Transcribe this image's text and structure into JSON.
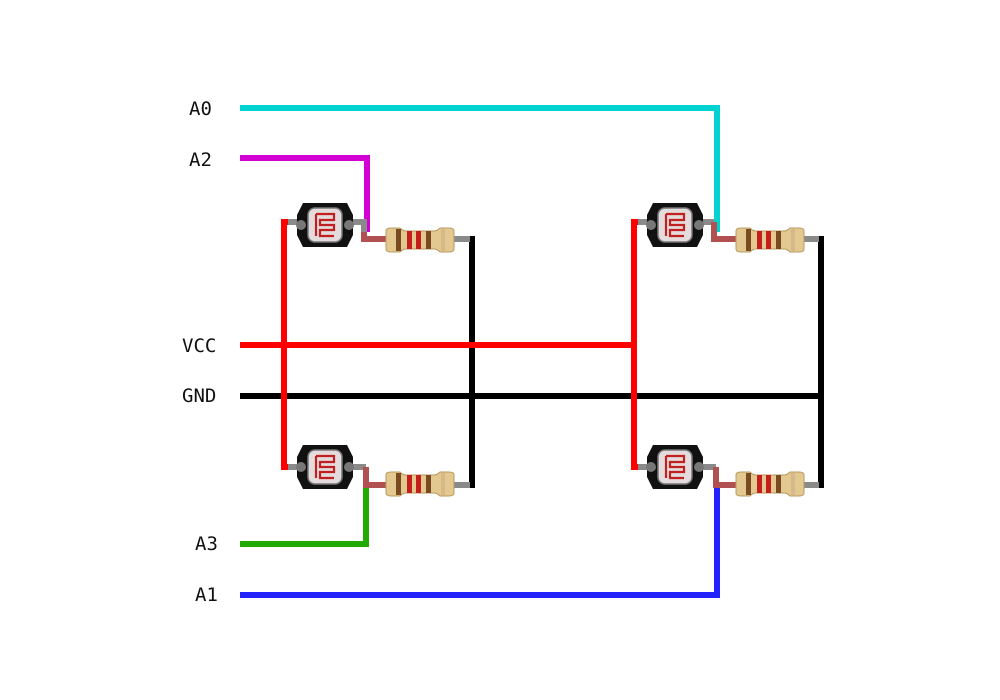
{
  "labels": {
    "a0": "A0",
    "a2": "A2",
    "vcc": "VCC",
    "gnd": "GND",
    "a3": "A3",
    "a1": "A1"
  },
  "colors": {
    "a0": "#00d2d2",
    "a2": "#d200d2",
    "vcc": "#ff0000",
    "gnd": "#000000",
    "a3": "#22aa00",
    "a1": "#2222ff",
    "ldr_body": "#111111",
    "ldr_face": "#e8e0e0",
    "ldr_track": "#c02020",
    "resistor_body": "#e3c890",
    "resistor_band_red": "#c41e1e",
    "resistor_band_brown": "#7a4a20",
    "lead": "#8a8a8a"
  },
  "components": {
    "ldrs": [
      "ldr-top-left",
      "ldr-bottom-left",
      "ldr-top-right",
      "ldr-bottom-right"
    ],
    "resistors": [
      "resistor-top-left",
      "resistor-bottom-left",
      "resistor-top-right",
      "resistor-bottom-right"
    ]
  }
}
